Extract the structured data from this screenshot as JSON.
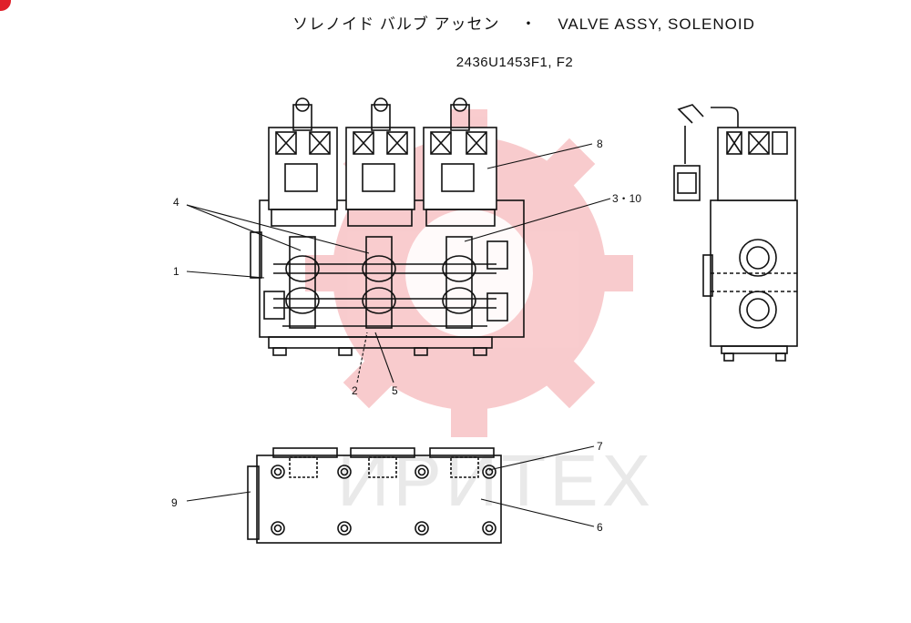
{
  "header": {
    "title_jp": "ソレノイド バルブ アッセン",
    "title_sep": "・",
    "title_en": "VALVE ASSY, SOLENOID",
    "part_number": "2436U1453F1, F2"
  },
  "watermark": {
    "text": "ИРИТЕХ",
    "color": "#e8484e"
  },
  "callouts": [
    "4",
    "1",
    "8",
    "3・10",
    "2",
    "5",
    "7",
    "9",
    "6"
  ],
  "colors": {
    "line": "#111111",
    "accent": "#e0202a"
  }
}
